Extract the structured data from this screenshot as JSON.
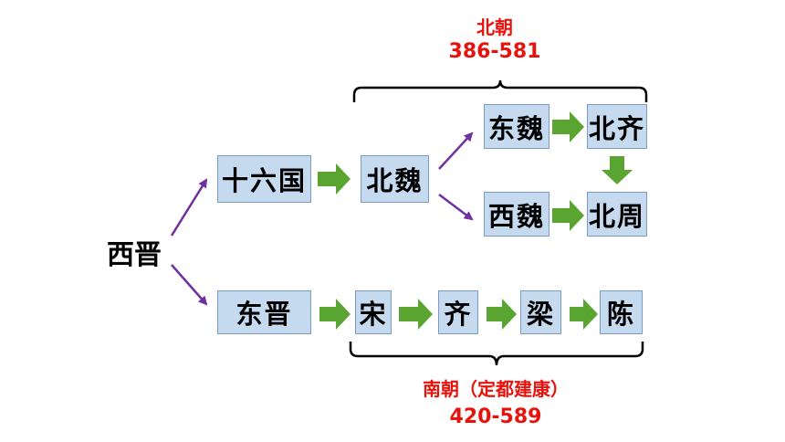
{
  "root": "西晋",
  "states": {
    "sixteen": "十六国",
    "bei_wei": "北魏",
    "dong_wei": "东魏",
    "bei_qi": "北齐",
    "xi_wei": "西魏",
    "bei_zhou": "北周",
    "dong_jin": "东晋",
    "song": "宋",
    "qi": "齐",
    "liang": "梁",
    "chen": "陈"
  },
  "northern": {
    "title": "北朝",
    "years": "386-581"
  },
  "southern": {
    "title": "南朝（定都建康）",
    "years": "420-589"
  },
  "colors": {
    "box_fill": "#c5d9ef",
    "green_arrow": "#5aa532",
    "purple_arrow": "#7030a0",
    "label_red": "#e8120c"
  }
}
